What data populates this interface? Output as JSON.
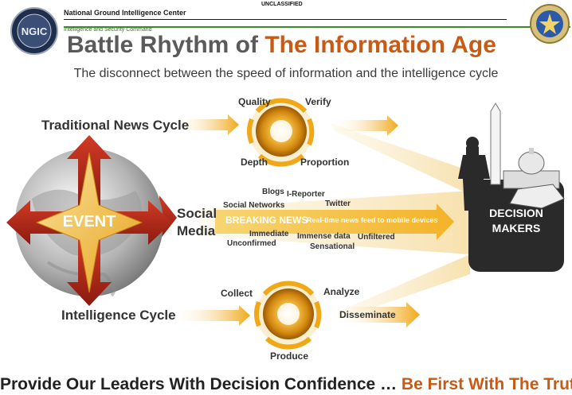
{
  "header": {
    "org_name": "National Ground Intelligence Center",
    "parent_org": "Intelligence and Security Command",
    "classification": "UNCLASSIFIED",
    "logo_left_text": "NGIC"
  },
  "title": {
    "part1": "Battle Rhythm of ",
    "part2": "The Information Age"
  },
  "subtitle": "The disconnect between the speed of information and the intelligence cycle",
  "traditional": {
    "label": "Traditional News Cycle",
    "cycle": [
      "Quality",
      "Verify",
      "Proportion",
      "Depth"
    ]
  },
  "social": {
    "label_line1": "Social",
    "label_line2": "Media",
    "terms": {
      "blogs": "Blogs",
      "ireporter": "I-Reporter",
      "social_networks": "Social Networks",
      "twitter": "Twitter",
      "breaking_news": "BREAKING NEWS",
      "realtime": "Real-time news feed  to mobile devices",
      "immediate": "Immediate",
      "immense": "Immense data",
      "unfiltered": "Unfiltered",
      "unconfirmed": "Unconfirmed",
      "sensational": "Sensational"
    }
  },
  "event": {
    "label": "EVENT"
  },
  "intelligence": {
    "label": "Intelligence  Cycle",
    "cycle": [
      "Collect",
      "Analyze",
      "Disseminate",
      "Produce"
    ]
  },
  "decision_makers": {
    "line1": "DECISION",
    "line2": "MAKERS"
  },
  "footer": {
    "part1": "Provide Our Leaders With Decision Confidence … ",
    "part2": "Be First With The Truth"
  },
  "colors": {
    "accent_orange": "#c85a14",
    "gold": "#f2b21c",
    "arrow_red": "#b8281a",
    "header_green": "#3d8b2c"
  }
}
